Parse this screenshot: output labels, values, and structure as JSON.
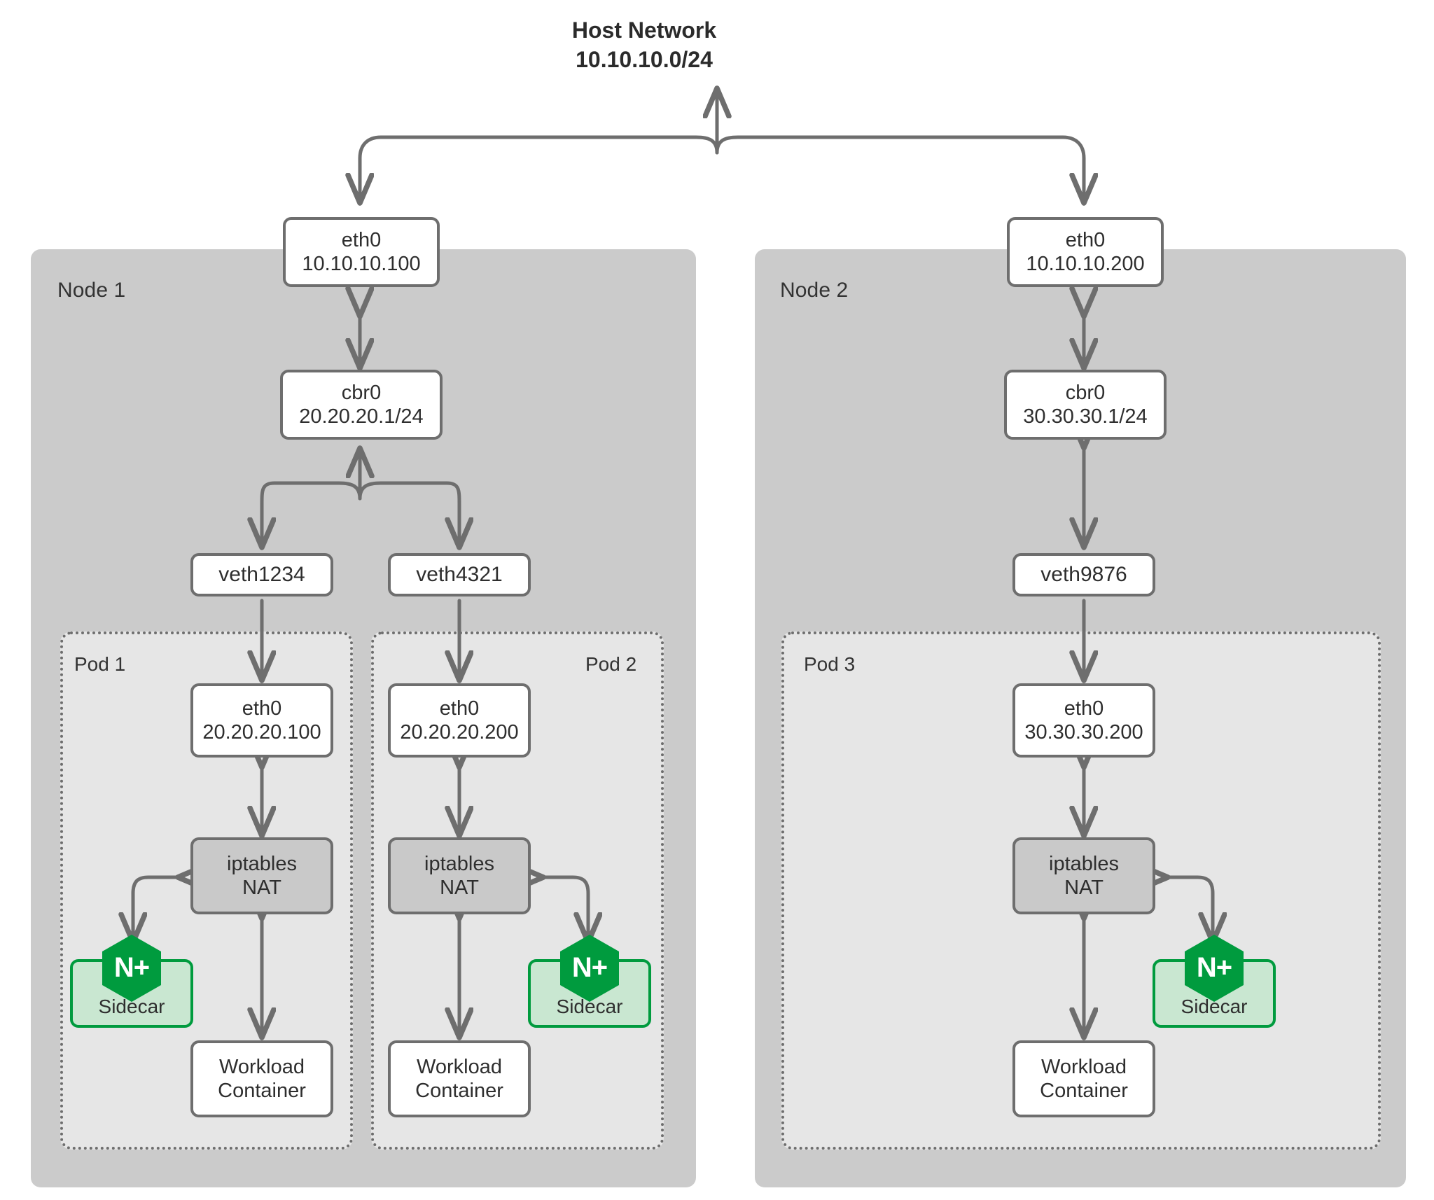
{
  "host": {
    "title_line1": "Host Network",
    "title_line2": "10.10.10.0/24"
  },
  "nodes": [
    {
      "label": "Node 1",
      "eth0": {
        "name": "eth0",
        "ip": "10.10.10.100"
      },
      "bridge": {
        "name": "cbr0",
        "ip": "20.20.20.1/24"
      },
      "veths": [
        "veth1234",
        "veth4321"
      ],
      "pods": [
        {
          "label": "Pod 1",
          "eth0": {
            "name": "eth0",
            "ip": "20.20.20.100"
          },
          "nat": {
            "line1": "iptables",
            "line2": "NAT"
          },
          "sidecar": {
            "label": "Sidecar",
            "badge": "N+"
          },
          "workload": {
            "line1": "Workload",
            "line2": "Container"
          }
        },
        {
          "label": "Pod 2",
          "eth0": {
            "name": "eth0",
            "ip": "20.20.20.200"
          },
          "nat": {
            "line1": "iptables",
            "line2": "NAT"
          },
          "sidecar": {
            "label": "Sidecar",
            "badge": "N+"
          },
          "workload": {
            "line1": "Workload",
            "line2": "Container"
          }
        }
      ]
    },
    {
      "label": "Node 2",
      "eth0": {
        "name": "eth0",
        "ip": "10.10.10.200"
      },
      "bridge": {
        "name": "cbr0",
        "ip": "30.30.30.1/24"
      },
      "veths": [
        "veth9876"
      ],
      "pods": [
        {
          "label": "Pod 3",
          "eth0": {
            "name": "eth0",
            "ip": "30.30.30.200"
          },
          "nat": {
            "line1": "iptables",
            "line2": "NAT"
          },
          "sidecar": {
            "label": "Sidecar",
            "badge": "N+"
          },
          "workload": {
            "line1": "Workload",
            "line2": "Container"
          }
        }
      ]
    }
  ],
  "colors": {
    "node_fill": "#cbcbcb",
    "pod_fill": "#e6e6e6",
    "chip_border": "#6e6e6e",
    "nat_fill": "#c9c9c9",
    "nginx_green": "#009b3e",
    "sidecar_fill": "#c9e7d1",
    "connector": "#6e6e6e",
    "text": "#2e2e2e"
  }
}
